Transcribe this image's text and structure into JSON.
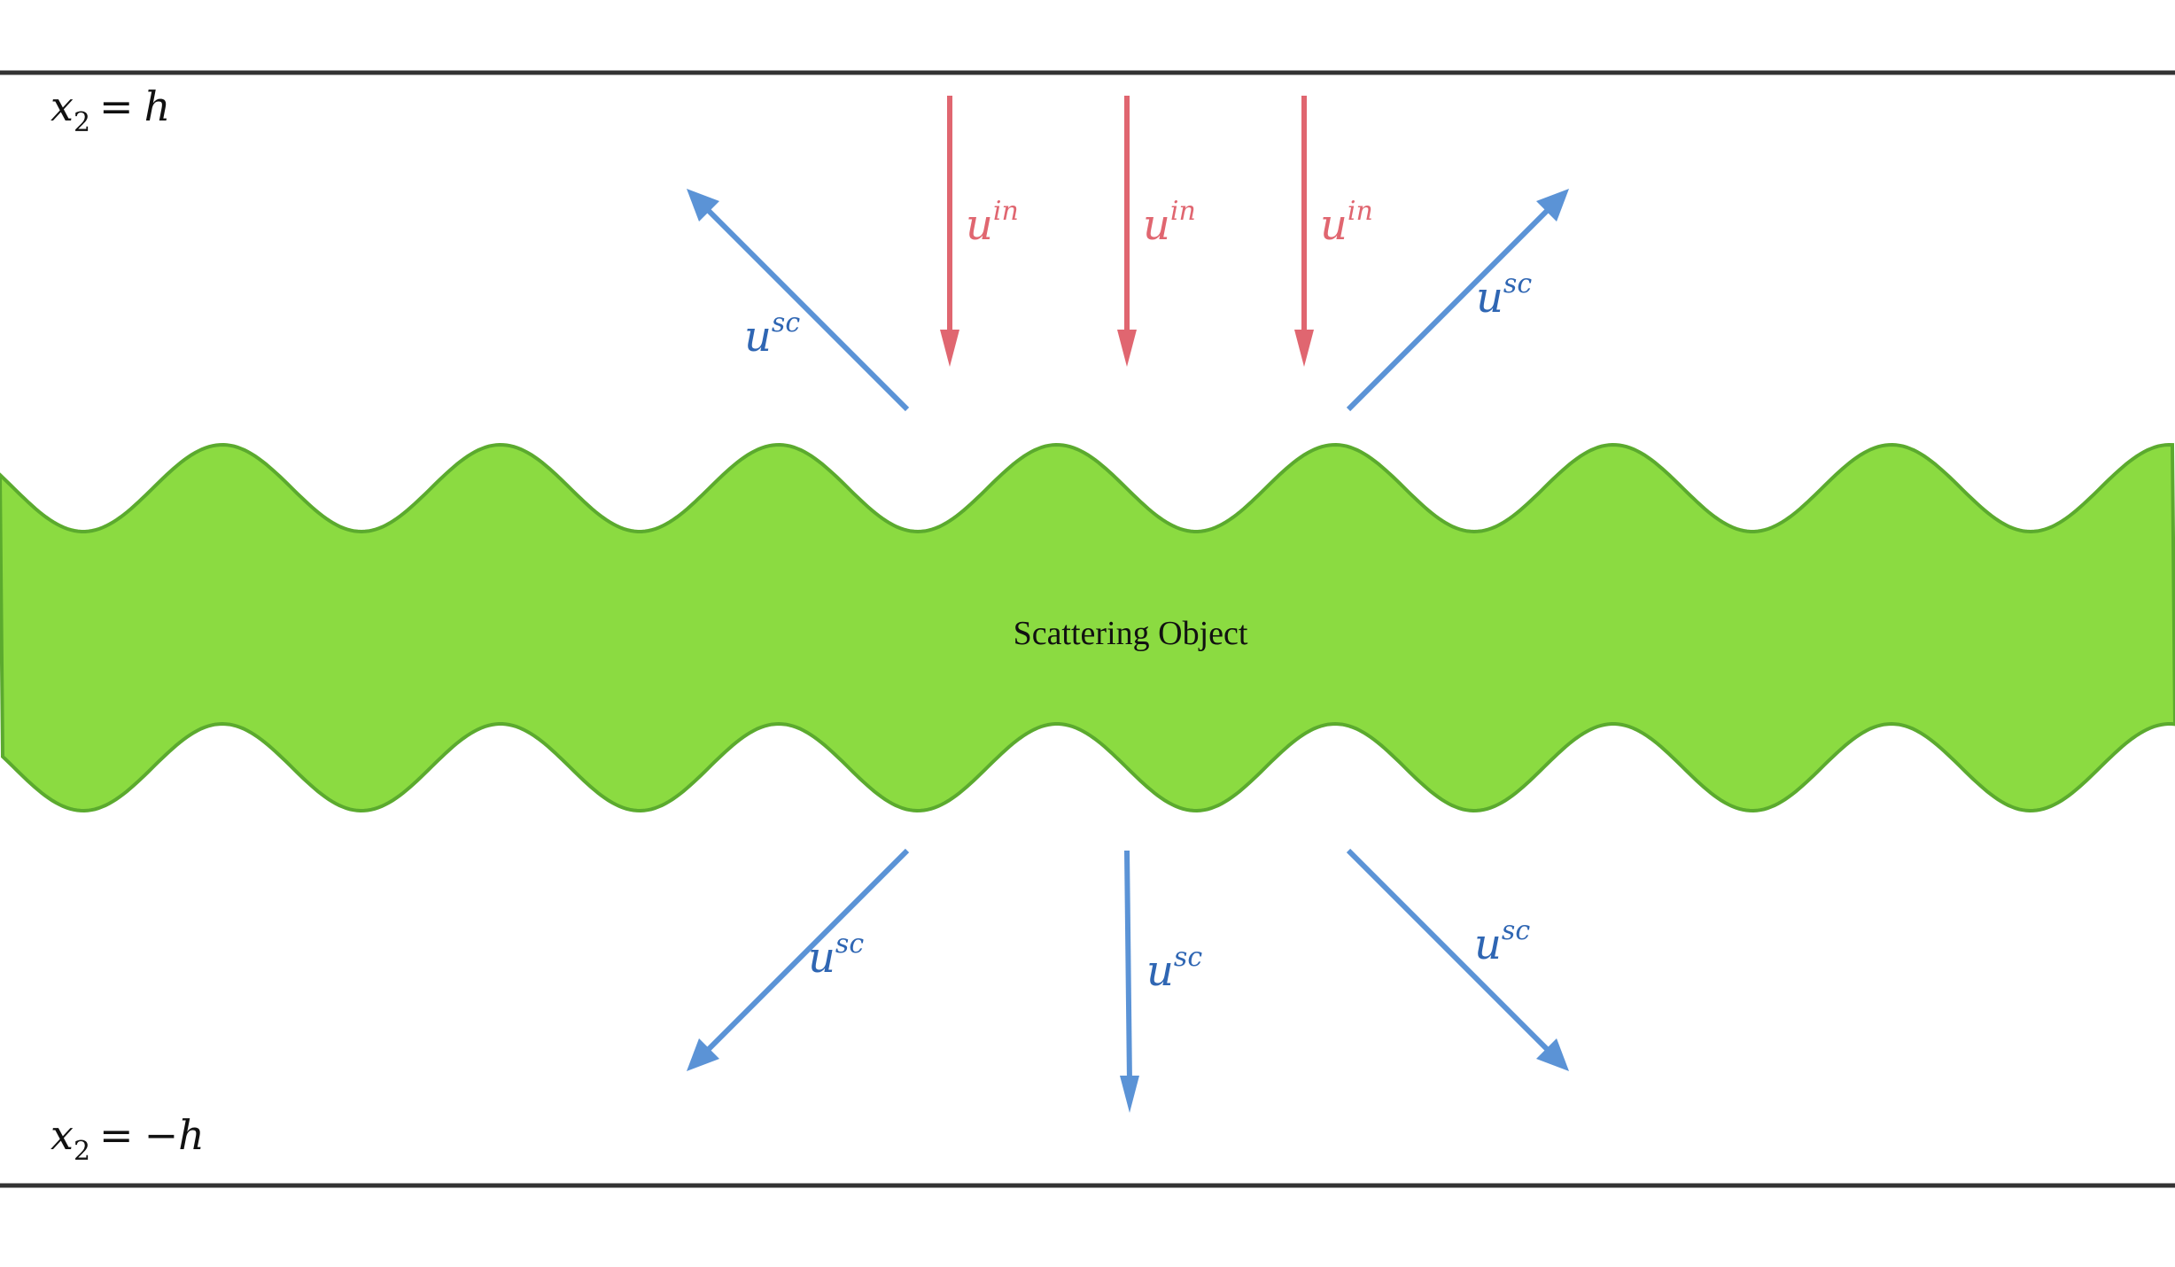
{
  "colors": {
    "boundary": "#333333",
    "object_fill": "#8BDB41",
    "object_stroke": "#5BAA2E",
    "incident": "#E06670",
    "scattered": "#5B93D6",
    "scattered_label": "#2F66B3",
    "text": "#111111"
  },
  "boundaries": {
    "top": {
      "lhs_base": "x",
      "lhs_sub": "2",
      "eq": "=",
      "rhs": "h"
    },
    "bottom": {
      "lhs_base": "x",
      "lhs_sub": "2",
      "eq": "=",
      "rhs_sign": "−",
      "rhs": "h"
    }
  },
  "object": {
    "label": "Scattering Object"
  },
  "incident_waves": [
    {
      "base": "u",
      "sup": "in"
    },
    {
      "base": "u",
      "sup": "in"
    },
    {
      "base": "u",
      "sup": "in"
    }
  ],
  "scattered_waves": [
    {
      "base": "u",
      "sup": "sc",
      "direction": "up-left"
    },
    {
      "base": "u",
      "sup": "sc",
      "direction": "up-right"
    },
    {
      "base": "u",
      "sup": "sc",
      "direction": "down-left"
    },
    {
      "base": "u",
      "sup": "sc",
      "direction": "down"
    },
    {
      "base": "u",
      "sup": "sc",
      "direction": "down-right"
    }
  ]
}
